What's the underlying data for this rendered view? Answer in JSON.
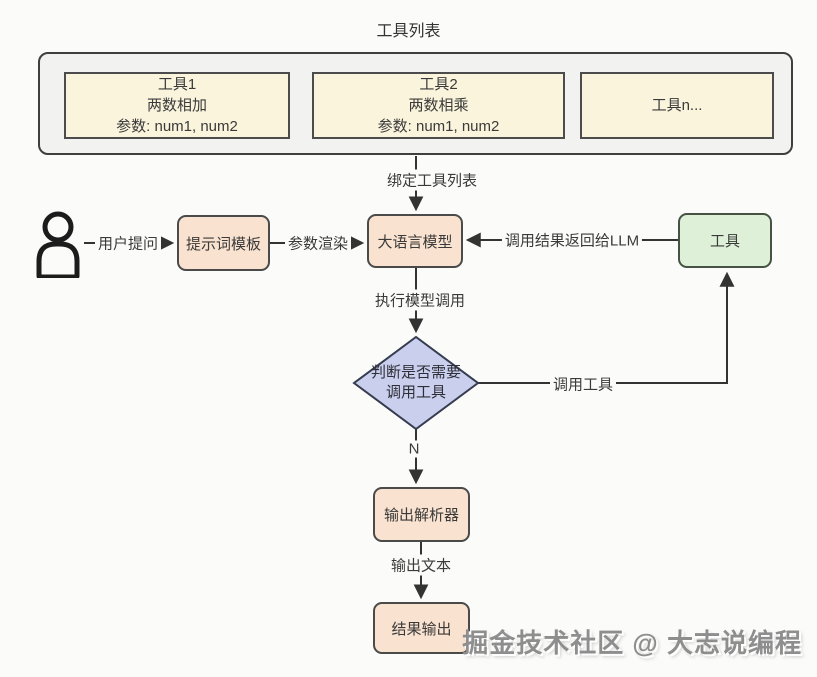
{
  "title": "工具列表",
  "tools": [
    {
      "name": "工具1",
      "desc": "两数相加",
      "params": "参数: num1, num2"
    },
    {
      "name": "工具2",
      "desc": "两数相乘",
      "params": "参数: num1, num2"
    },
    {
      "name": "工具n..."
    }
  ],
  "nodes": {
    "prompt_template": "提示词模板",
    "llm": "大语言模型",
    "tool": "工具",
    "decision": "判断是否需要\n调用工具",
    "output_parser": "输出解析器",
    "result_output": "结果输出"
  },
  "edges": {
    "bind_tool_list": "绑定工具列表",
    "user_question": "用户提问",
    "param_render": "参数渲染",
    "result_to_llm": "调用结果返回给LLM",
    "execute_model_call": "执行模型调用",
    "call_tool": "调用工具",
    "n_branch": "N",
    "output_text": "输出文本"
  },
  "watermark": "掘金技术社区 @ 大志说编程",
  "colors": {
    "page_bg": "#fbfbf9",
    "container_fill": "#f2f2f0",
    "tool_item_fill": "#faf4dc",
    "process_fill": "#f9e2cf",
    "tool_fill": "#def1d8",
    "decision_fill": "#c9cfec",
    "border": "#4a4a4a",
    "line": "#333333",
    "text": "#3a3a3a",
    "watermark": "#8e8e8e"
  }
}
